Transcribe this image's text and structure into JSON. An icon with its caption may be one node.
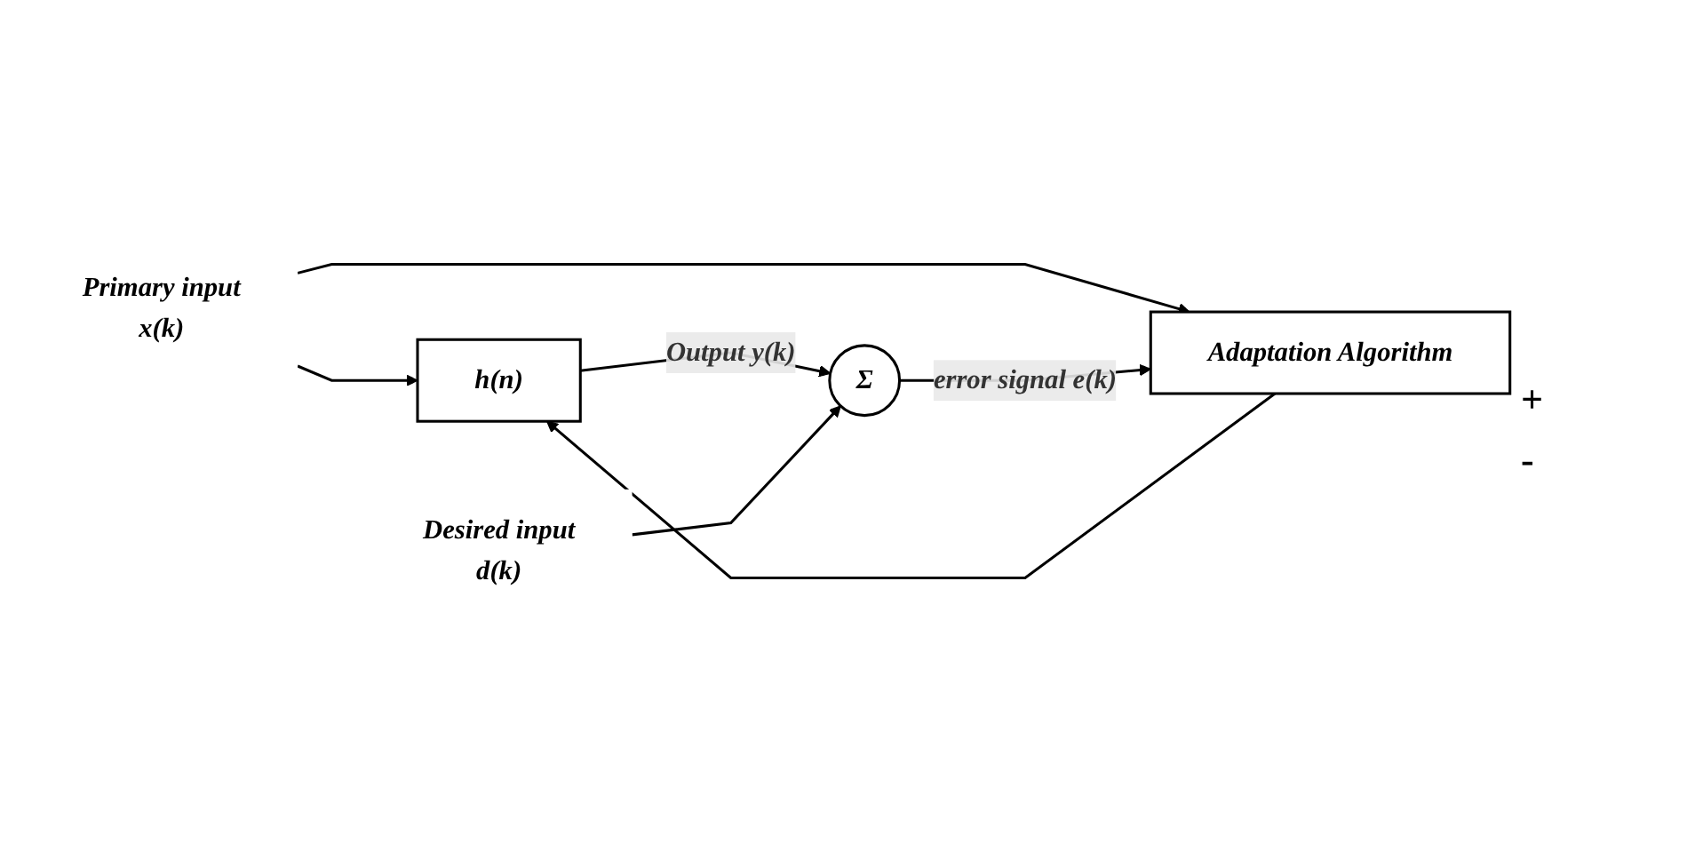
{
  "diagram": {
    "nodes": [
      {
        "text": [
          "Primary input",
          "x(k)"
        ]
      },
      {
        "text": [
          "h(n)"
        ]
      },
      {
        "text": [
          "Desired input",
          "d(k)"
        ]
      },
      {
        "text": [
          "Σ"
        ]
      },
      {
        "text": [
          "Adaptation Algorithm"
        ]
      }
    ],
    "edges": [
      {
        "from": 0,
        "to": 1,
        "arrow": "to"
      },
      {
        "from": 0,
        "to": 4,
        "arrow": "to"
      },
      {
        "from": 1,
        "to": 3,
        "label": "Output y(k)",
        "arrow": "to"
      },
      {
        "from": 2,
        "to": 3,
        "arrow": "to"
      },
      {
        "from": 3,
        "to": 4,
        "label": "error signal e(k)",
        "arrow": "to"
      },
      {
        "from": 4,
        "to": 1,
        "arrow": "to"
      }
    ],
    "labels": [
      "+",
      "-"
    ]
  }
}
